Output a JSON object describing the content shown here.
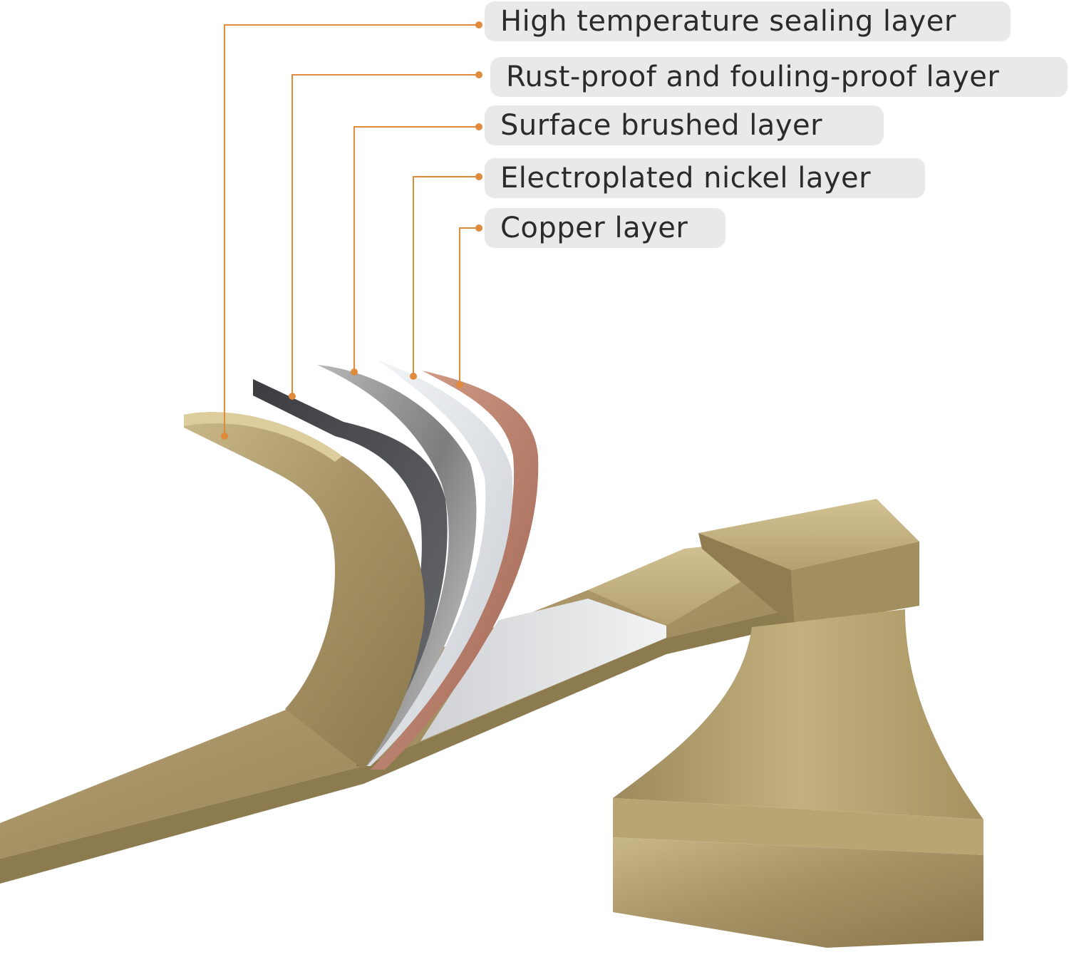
{
  "accent_color": "#e08a3c",
  "labels": [
    {
      "id": "high-temperature-sealing-layer",
      "text": "High temperature sealing layer"
    },
    {
      "id": "rust-proof-fouling-proof-layer",
      "text": "Rust-proof and fouling-proof layer"
    },
    {
      "id": "surface-brushed-layer",
      "text": "Surface brushed layer"
    },
    {
      "id": "electroplated-nickel-layer",
      "text": "Electroplated nickel layer"
    },
    {
      "id": "copper-layer",
      "text": "Copper layer"
    }
  ]
}
